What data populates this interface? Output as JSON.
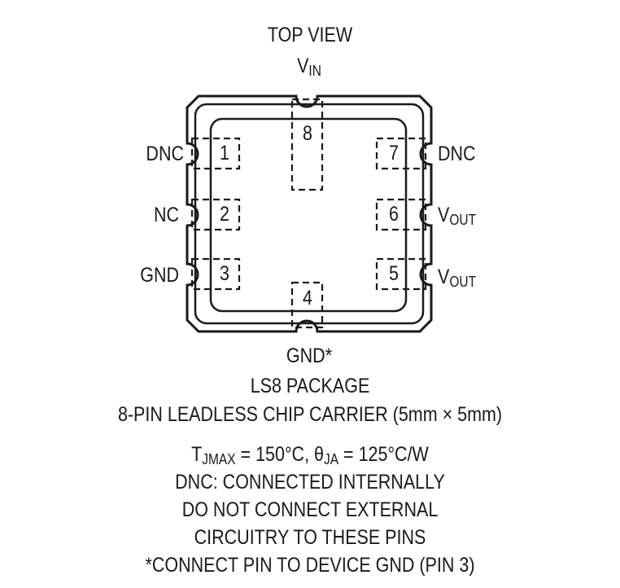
{
  "diagram": {
    "title": "TOP VIEW",
    "pins": [
      {
        "number": "1",
        "label": "DNC"
      },
      {
        "number": "2",
        "label": "NC"
      },
      {
        "number": "3",
        "label": "GND"
      },
      {
        "number": "4",
        "label": "GND*"
      },
      {
        "number": "5",
        "label_main": "V",
        "label_sub": "OUT"
      },
      {
        "number": "6",
        "label_main": "V",
        "label_sub": "OUT"
      },
      {
        "number": "7",
        "label": "DNC"
      },
      {
        "number": "8",
        "label_main": "V",
        "label_sub": "IN"
      }
    ],
    "package_name": "LS8 PACKAGE",
    "package_desc": "8-PIN LEADLESS CHIP CARRIER (5mm × 5mm)",
    "thermal": {
      "t": "T",
      "t_sub": "JMAX",
      "t_val": " = 150°C, ",
      "theta": "θ",
      "theta_sub": "JA",
      "theta_val": " = 125°C/W"
    },
    "notes": [
      "DNC: CONNECTED INTERNALLY",
      "DO NOT CONNECT EXTERNAL",
      "CIRCUITRY TO THESE PINS",
      "*CONNECT PIN TO DEVICE GND (PIN 3)"
    ]
  }
}
